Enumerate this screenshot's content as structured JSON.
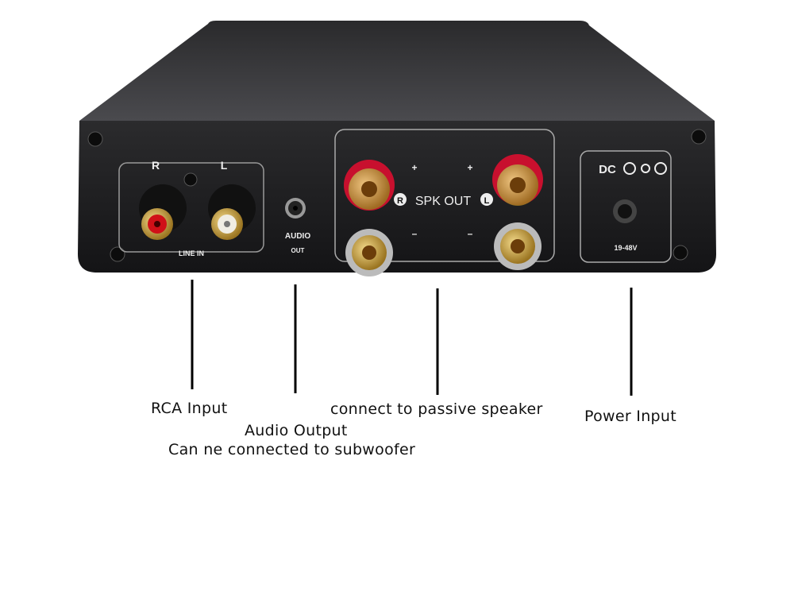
{
  "device_panel": {
    "line_in": {
      "right": "R",
      "left": "L",
      "label": "LINE IN"
    },
    "audio_out": {
      "line1": "AUDIO",
      "line2": "OUT"
    },
    "speaker_out": {
      "label": "SPK OUT",
      "right": "R",
      "left": "L",
      "plus": "+",
      "minus": "–"
    },
    "dc": {
      "label": "DC",
      "voltage": "19-48V"
    },
    "colors": {
      "body": "#1c1c1e",
      "red_terminal": "#c8102e",
      "gold": "#c9a040"
    }
  },
  "callouts": {
    "rca_input": "RCA Input",
    "audio_output": "Audio Output",
    "audio_output_note": "Can ne connected to subwoofer",
    "speaker": "connect to passive speaker",
    "power": "Power Input"
  }
}
